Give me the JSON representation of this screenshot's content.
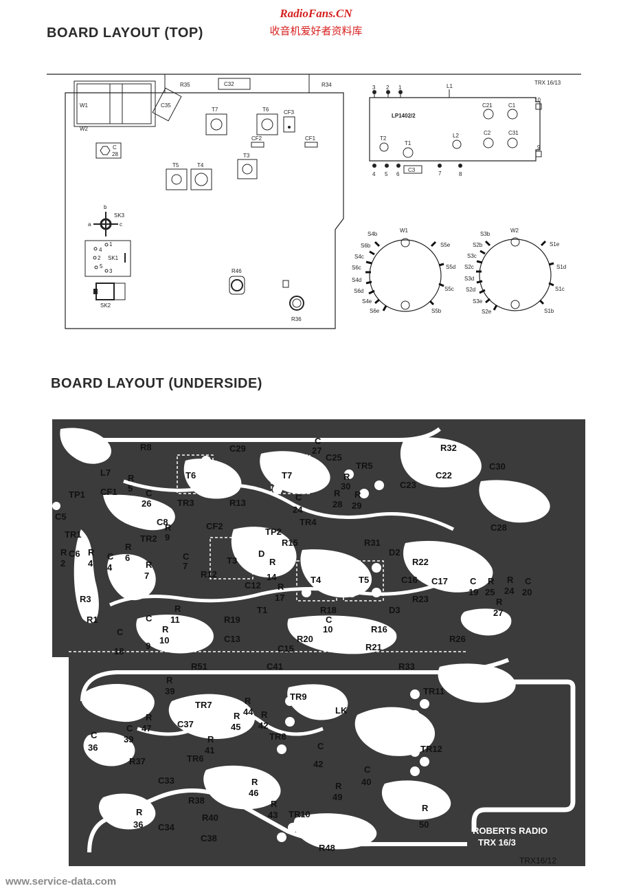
{
  "watermark": {
    "site": "RadioFans.CN",
    "subtitle": "收音机爱好者资料库"
  },
  "footer": "www.service-data.com",
  "top": {
    "heading": "BOARD LAYOUT (TOP)",
    "ref": "TRX 16/13",
    "module": "LP1402/2",
    "labels": {
      "r35": "R35",
      "c32": "C32",
      "r34": "R34",
      "c35": "C35",
      "w1": "W1",
      "w2": "W2",
      "c28a": "C",
      "c28b": "28",
      "t7": "T7",
      "t6": "T6",
      "cf3": "CF3",
      "cf2": "CF2",
      "cf1": "CF1",
      "t3": "T3",
      "t5": "T5",
      "t4": "T4",
      "sk3": "SK3",
      "sk1": "SK1",
      "sk2": "SK2",
      "sk3b": "b",
      "sk3a": "a",
      "sk3c": "c",
      "p1": "1",
      "p2": "2",
      "p3": "3",
      "p4": "4",
      "p5": "5",
      "r46": "R46",
      "r36": "R36",
      "n3": "3",
      "n2": "2",
      "n1": "1",
      "l1": "L1",
      "c21": "C21",
      "c1": "C1",
      "c2": "C2",
      "c31": "C31",
      "t2": "T2",
      "t1": "T1",
      "l2": "L2",
      "c3": "C3",
      "n4": "4",
      "n5": "5",
      "n6": "6",
      "n7": "7",
      "n8": "8",
      "n9": "9",
      "n10": "10",
      "sw1": "W1",
      "sw2": "W2",
      "s4b": "S4b",
      "s6b": "S6b",
      "s4c": "S4c",
      "s6c": "S6c",
      "s4d": "S4d",
      "s6d": "S6d",
      "s4e": "S4e",
      "s6e": "S6e",
      "s5e": "S5e",
      "s5d": "S5d",
      "s5c": "S5c",
      "s5b": "S5b",
      "s3b": "S3b",
      "s2b": "S2b",
      "s3c": "S3c",
      "s2c": "S2c",
      "s3d": "S3d",
      "s2d": "S2d",
      "s3e": "S3e",
      "s2e": "S2e",
      "s1e": "S1e",
      "s1d": "S1d",
      "s1c": "S1c",
      "s1b": "S1b"
    }
  },
  "under": {
    "heading": "BOARD LAYOUT (UNDERSIDE)",
    "brand": "ROBERTS RADIO",
    "model": "TRX  16/3",
    "ref": "TRX16/12",
    "labels": {
      "r8": "R8",
      "c29": "C29",
      "c27a": "C",
      "c27b": "27",
      "c25": "C25",
      "r32": "R32",
      "l7": "L7",
      "t6": "T6",
      "t7": "T7",
      "tr5": "TR5",
      "c22": "C22",
      "c30": "C30",
      "r5a": "R",
      "r5b": "5",
      "tp1": "TP1",
      "c26a": "C",
      "c26b": "26",
      "tr3": "TR3",
      "r13": "R13",
      "r30a": "R",
      "r30b": "30",
      "c23": "C23",
      "cf1": "CF1",
      "c5": "C5",
      "c24a": "C",
      "c24b": "24",
      "r28a": "R",
      "r28b": "28",
      "r29a": "R",
      "r29b": "29",
      "c8": "C8",
      "cf2": "CF2",
      "c28": "C28",
      "tr4": "TR4",
      "tp2": "TP2",
      "tr1": "TR1",
      "tr2": "TR2",
      "r9a": "R",
      "r9b": "9",
      "r15": "R15",
      "r31": "R31",
      "c6": "C6",
      "r2a": "R",
      "r2b": "2",
      "r4a": "R",
      "r4b": "4",
      "r6a": "R",
      "r6b": "6",
      "c4a": "C",
      "c4b": "4",
      "c7a": "C",
      "c7b": "7",
      "r7a": "R",
      "r7b": "7",
      "r12": "R12",
      "t3": "T3",
      "d1": "D",
      "r14a": "R",
      "r14b": "14",
      "d2": "D2",
      "r22": "R22",
      "c12": "C12",
      "r17a": "R",
      "r17b": "17",
      "t4": "T4",
      "t5": "T5",
      "c16": "C16",
      "c17": "C17",
      "c19a": "C",
      "c19b": "19",
      "r25a": "R",
      "r25b": "25",
      "r24a": "R",
      "r24b": "24",
      "c20a": "C",
      "c20b": "20",
      "r3": "R3",
      "r23": "R23",
      "r27a": "R",
      "r27b": "27",
      "t1": "T1",
      "r18": "R18",
      "d3": "D3",
      "r1": "R1",
      "r11a": "R",
      "r11b": "11",
      "r19": "R19",
      "c10a": "C",
      "c10b": "10",
      "r16": "R16",
      "c18a": "C",
      "c18b": "18",
      "c9a": "C",
      "c9b": "9",
      "r10a": "R",
      "r10b": "10",
      "c13": "C13",
      "r20": "R20",
      "r26": "R26",
      "c15": "C15",
      "r21": "R21",
      "r51": "R51",
      "c41": "C41",
      "r33": "R33",
      "tr11": "TR11",
      "r39a": "R",
      "r39b": "39",
      "tr7": "TR7",
      "r44a": "R",
      "r44b": "44",
      "tr9": "TR9",
      "lk": "LK",
      "c39a": "C",
      "c39b": "39",
      "r47a": "R",
      "r47b": "47",
      "c37": "C37",
      "r45a": "R",
      "r45b": "45",
      "r42a": "R",
      "r42b": "42",
      "c36a": "C",
      "c36b": "36",
      "r41a": "R",
      "r41b": "41",
      "tr8": "TR8",
      "tr12": "TR12",
      "r37": "R37",
      "tr6": "TR6",
      "c42a": "C",
      "c42b": "42",
      "c40a": "C",
      "c40b": "40",
      "c33": "C33",
      "r46a": "R",
      "r46b": "46",
      "r49a": "R",
      "r49b": "49",
      "r38": "R38",
      "r43a": "R",
      "r43b": "43",
      "tr10": "TR10",
      "r50a": "R",
      "r50b": "50",
      "r36a": "R",
      "r36b": "36",
      "c34": "C34",
      "r40": "R40",
      "c38": "C38",
      "r48": "R48"
    }
  }
}
